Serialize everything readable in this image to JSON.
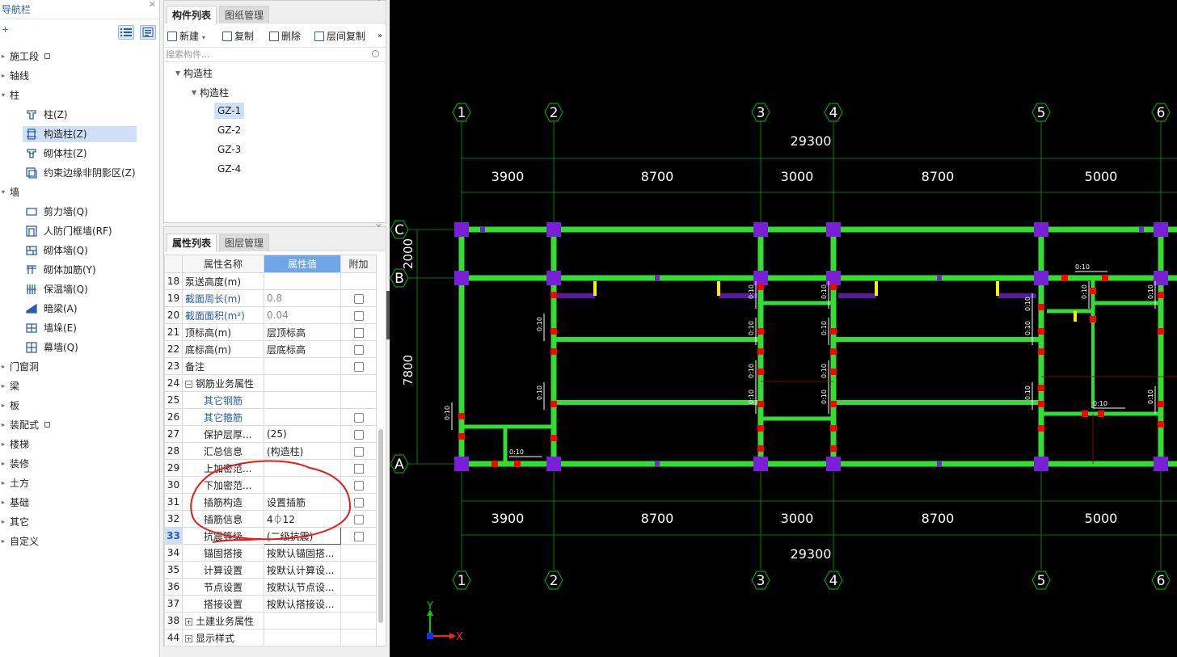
{
  "nav": {
    "title": "导航栏",
    "items": [
      {
        "label": "施工段",
        "lock": true
      },
      {
        "label": "轴线"
      },
      {
        "label": "柱",
        "expanded": true
      },
      {
        "label": "柱(Z)",
        "icon": "column-icon"
      },
      {
        "label": "构造柱(Z)",
        "icon": "constructional-column-icon",
        "selected": true
      },
      {
        "label": "砌体柱(Z)",
        "icon": "masonry-column-icon"
      },
      {
        "label": "约束边缘非阴影区(Z)",
        "icon": "constraint-edge-icon"
      },
      {
        "label": "墙",
        "expanded": true
      },
      {
        "label": "剪力墙(Q)",
        "icon": "shear-wall-icon"
      },
      {
        "label": "人防门框墙(RF)",
        "icon": "civil-defense-door-wall-icon"
      },
      {
        "label": "砌体墙(Q)",
        "icon": "masonry-wall-icon"
      },
      {
        "label": "砌体加筋(Y)",
        "icon": "masonry-reinforcement-icon"
      },
      {
        "label": "保温墙(Q)",
        "icon": "insulation-wall-icon"
      },
      {
        "label": "暗梁(A)",
        "icon": "hidden-beam-icon"
      },
      {
        "label": "墙垛(E)",
        "icon": "wall-pier-icon"
      },
      {
        "label": "幕墙(Q)",
        "icon": "curtain-wall-icon"
      },
      {
        "label": "门窗洞"
      },
      {
        "label": "梁"
      },
      {
        "label": "板"
      },
      {
        "label": "装配式",
        "lock": true
      },
      {
        "label": "楼梯"
      },
      {
        "label": "装修"
      },
      {
        "label": "土方"
      },
      {
        "label": "基础"
      },
      {
        "label": "其它"
      },
      {
        "label": "自定义"
      }
    ]
  },
  "component_panel": {
    "tabs": [
      "构件列表",
      "图纸管理"
    ],
    "toolbar": {
      "new": "新建",
      "copy": "复制",
      "delete": "删除",
      "floor_copy": "层间复制"
    },
    "search_placeholder": "搜索构件...",
    "tree_root": "构造柱",
    "tree_group": "构造柱",
    "items": [
      "GZ-1",
      "GZ-2",
      "GZ-3",
      "GZ-4"
    ]
  },
  "props_panel": {
    "tabs": [
      "属性列表",
      "图层管理"
    ],
    "headers": {
      "name": "属性名称",
      "value": "属性值",
      "extra": "附加"
    },
    "rows": [
      {
        "n": "18",
        "name": "泵送高度(m)",
        "value": "",
        "chk": false
      },
      {
        "n": "19",
        "name": "截面周长(m)",
        "value": "0.8",
        "chk": true,
        "blue": true,
        "gray": true
      },
      {
        "n": "20",
        "name": "截面面积(m²)",
        "value": "0.04",
        "chk": true,
        "blue": true,
        "gray": true
      },
      {
        "n": "21",
        "name": "顶标高(m)",
        "value": "层顶标高",
        "chk": true
      },
      {
        "n": "22",
        "name": "底标高(m)",
        "value": "层底标高",
        "chk": true
      },
      {
        "n": "23",
        "name": "备注",
        "value": "",
        "chk": true
      },
      {
        "n": "24",
        "name": "钢筋业务属性",
        "value": "",
        "chk": false,
        "expander": "−"
      },
      {
        "n": "25",
        "name": "其它钢筋",
        "value": "",
        "chk": false,
        "indent": true,
        "blue": true
      },
      {
        "n": "26",
        "name": "其它箍筋",
        "value": "",
        "chk": true,
        "indent": true,
        "blue": true
      },
      {
        "n": "27",
        "name": "保护层厚...",
        "value": "(25)",
        "chk": true,
        "indent": true
      },
      {
        "n": "28",
        "name": "汇总信息",
        "value": "(构造柱)",
        "chk": true,
        "indent": true
      },
      {
        "n": "29",
        "name": "上加密范...",
        "value": "",
        "chk": true,
        "indent": true
      },
      {
        "n": "30",
        "name": "下加密范...",
        "value": "",
        "chk": true,
        "indent": true
      },
      {
        "n": "31",
        "name": "插筋构造",
        "value": "设置插筋",
        "chk": true,
        "indent": true
      },
      {
        "n": "32",
        "name": "插筋信息",
        "value": "4⏀12",
        "chk": true,
        "indent": true
      },
      {
        "n": "33",
        "name": "抗震等级",
        "value": "(二级抗震)",
        "chk": true,
        "indent": true,
        "highlight": true
      },
      {
        "n": "34",
        "name": "锚固搭接",
        "value": "按默认锚固搭...",
        "chk": false,
        "indent": true
      },
      {
        "n": "35",
        "name": "计算设置",
        "value": "按默认计算设...",
        "chk": false,
        "indent": true
      },
      {
        "n": "36",
        "name": "节点设置",
        "value": "按默认节点设...",
        "chk": false,
        "indent": true
      },
      {
        "n": "37",
        "name": "搭接设置",
        "value": "按默认搭接设...",
        "chk": false,
        "indent": true
      },
      {
        "n": "38",
        "name": "土建业务属性",
        "value": "",
        "chk": false,
        "expander": "+"
      },
      {
        "n": "44",
        "name": "显示样式",
        "value": "",
        "chk": false,
        "expander": "+"
      }
    ]
  },
  "cad": {
    "axes_x": [
      "1",
      "2",
      "3",
      "4",
      "5",
      "6"
    ],
    "axes_y": [
      "A",
      "B",
      "C"
    ],
    "dims_x": [
      "3900",
      "8700",
      "3000",
      "8700",
      "5000"
    ],
    "total_x": "29300",
    "dims_y": [
      "2000",
      "7800"
    ],
    "rebar_label": "0:10",
    "ucs": {
      "x": "X",
      "y": "Y"
    },
    "colors": {
      "wall": "#33dd33",
      "column": "#7a1fd8",
      "rebar": "#ff0000",
      "dim": "#00a000",
      "label": "#ffffff"
    }
  }
}
